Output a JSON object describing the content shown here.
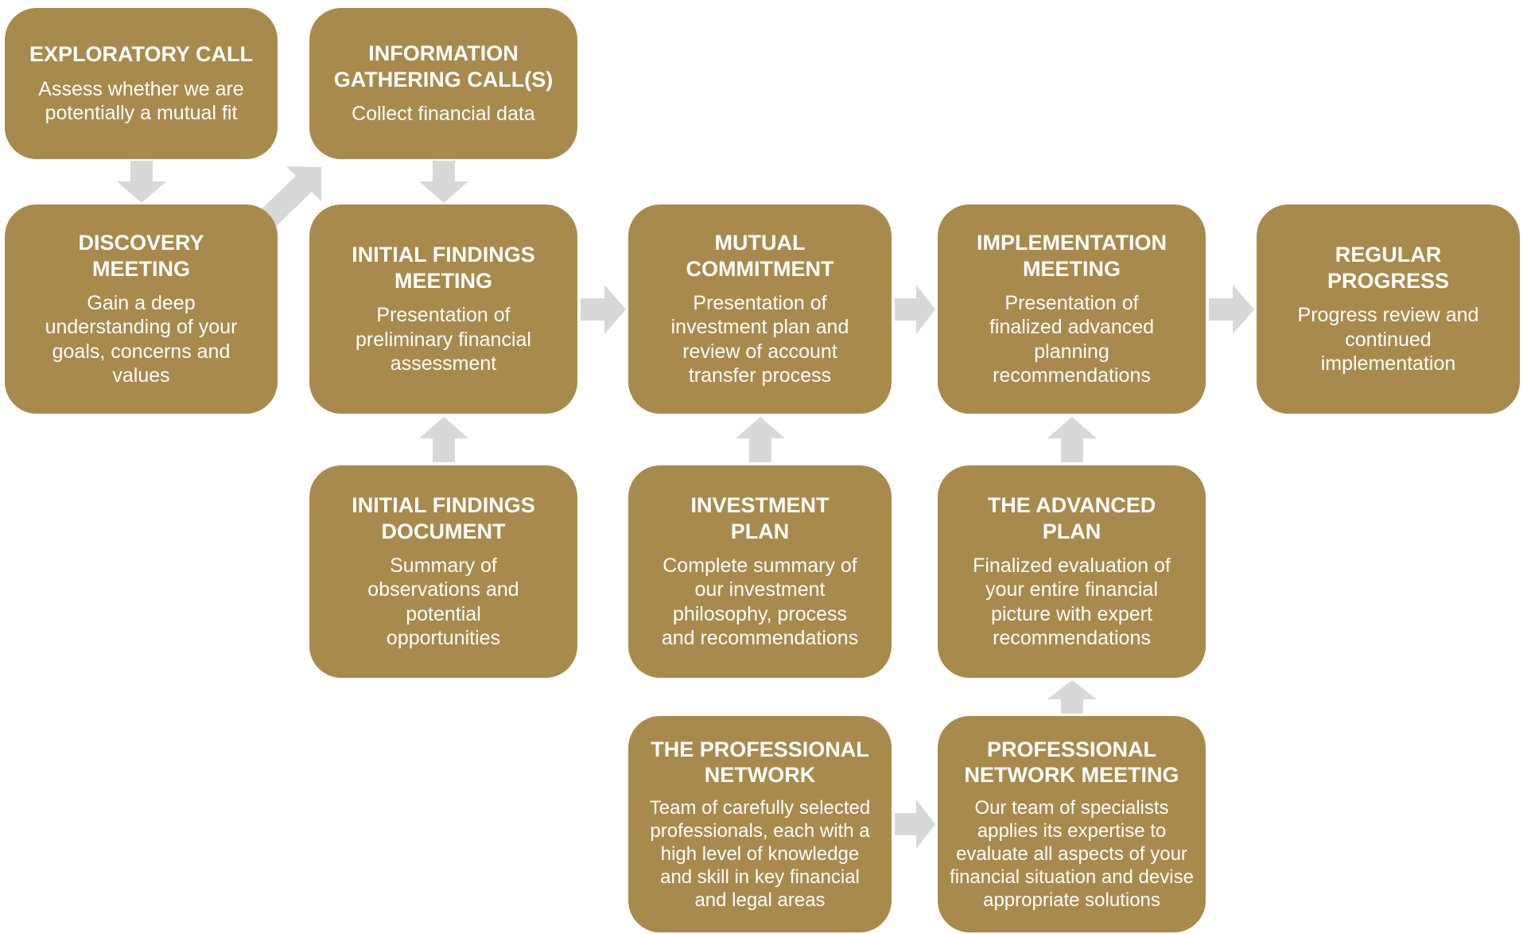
{
  "palette": {
    "page_bg": "#ffffff",
    "box_fill": "#a98a4d",
    "arrow_fill": "#d8d8d8",
    "text_color": "#ffffff"
  },
  "nodes": [
    {
      "id": "exploratory-call",
      "title": "EXPLORATORY CALL",
      "description": "Assess whether we are\npotentially a mutual fit"
    },
    {
      "id": "information-gathering-calls",
      "title": "INFORMATION\nGATHERING CALL(S)",
      "description": "Collect financial data"
    },
    {
      "id": "discovery-meeting",
      "title": "DISCOVERY\nMEETING",
      "description": "Gain a deep\nunderstanding of your\ngoals, concerns and\nvalues"
    },
    {
      "id": "initial-findings-meeting",
      "title": "INITIAL FINDINGS\nMEETING",
      "description": "Presentation of\npreliminary financial\nassessment"
    },
    {
      "id": "mutual-commitment",
      "title": "MUTUAL\nCOMMITMENT",
      "description": "Presentation of\ninvestment plan and\nreview of account\ntransfer process"
    },
    {
      "id": "implementation-meeting",
      "title": "IMPLEMENTATION\nMEETING",
      "description": "Presentation of\nfinalized advanced\nplanning\nrecommendations"
    },
    {
      "id": "regular-progress",
      "title": "REGULAR\nPROGRESS",
      "description": "Progress review and\ncontinued\nimplementation"
    },
    {
      "id": "initial-findings-document",
      "title": "INITIAL FINDINGS\nDOCUMENT",
      "description": "Summary of\nobservations and\npotential\nopportunities"
    },
    {
      "id": "investment-plan",
      "title": "INVESTMENT\nPLAN",
      "description": "Complete summary of\nour investment\nphilosophy, process\nand recommendations"
    },
    {
      "id": "the-advanced-plan",
      "title": "THE ADVANCED\nPLAN",
      "description": "Finalized evaluation of\nyour entire financial\npicture with expert\nrecommendations"
    },
    {
      "id": "the-professional-network",
      "title": "THE PROFESSIONAL\nNETWORK",
      "description": "Team of carefully selected\nprofessionals, each with a\nhigh level of knowledge\nand skill in key financial\nand legal areas"
    },
    {
      "id": "professional-network-meeting",
      "title": "PROFESSIONAL\nNETWORK MEETING",
      "description": "Our team of specialists\napplies its expertise to\nevaluate all aspects of your\nfinancial situation and devise\nappropriate solutions"
    }
  ]
}
